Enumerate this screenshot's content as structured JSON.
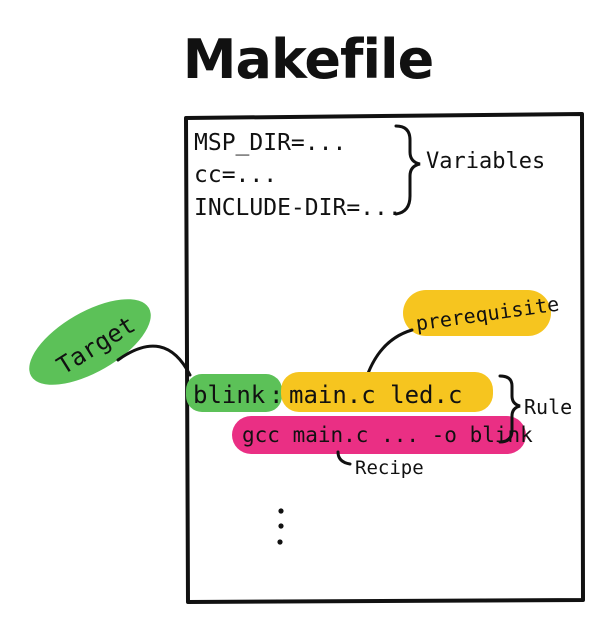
{
  "title": "Makefile",
  "variables": {
    "lines": [
      "MSP_DIR=...",
      "cc=...",
      "INCLUDE-DIR=..."
    ],
    "label": "Variables"
  },
  "rule": {
    "target": "blink",
    "colon": ":",
    "prerequisites": "main.c led.c",
    "recipe": "gcc main.c ... -o blink",
    "label": "Rule"
  },
  "callouts": {
    "target": "Target",
    "prerequisite": "prerequisite",
    "recipe": "Recipe"
  },
  "continuation": "⋮",
  "colors": {
    "target_highlight": "#5cc158",
    "prereq_highlight": "#f6c51f",
    "recipe_highlight": "#ea2f84",
    "ink": "#111111"
  }
}
